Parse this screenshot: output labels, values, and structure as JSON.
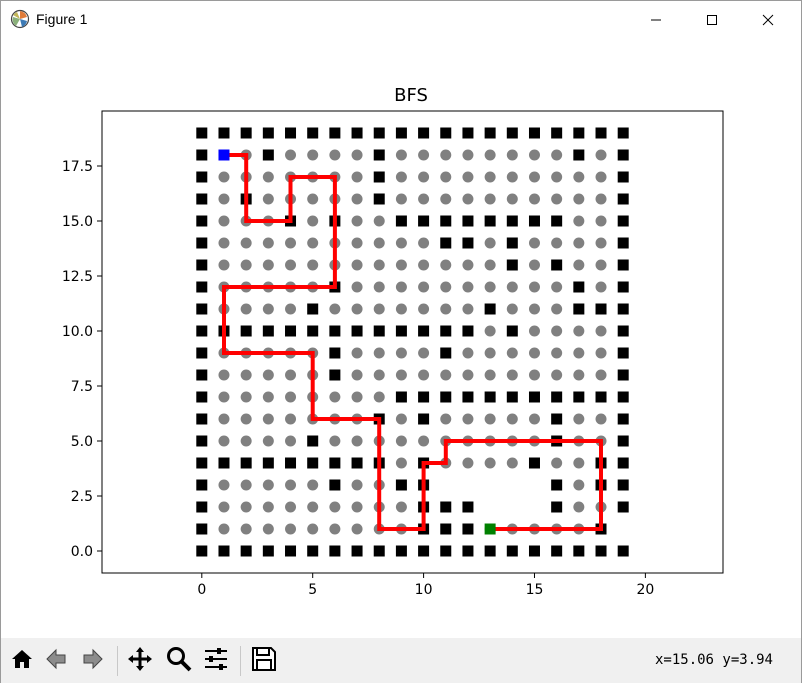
{
  "window": {
    "title": "Figure 1",
    "icons": {
      "app": "matplotlib-logo-icon",
      "minimize": "minimize-icon",
      "maximize": "maximize-icon",
      "close": "close-icon"
    }
  },
  "toolbar": {
    "buttons": [
      {
        "name": "home-button",
        "icon": "home-icon"
      },
      {
        "name": "back-button",
        "icon": "back-arrow-icon"
      },
      {
        "name": "forward-button",
        "icon": "forward-arrow-icon"
      },
      {
        "name": "pan-button",
        "icon": "move-icon"
      },
      {
        "name": "zoom-button",
        "icon": "zoom-icon"
      },
      {
        "name": "configure-subplots-button",
        "icon": "sliders-icon"
      },
      {
        "name": "save-button",
        "icon": "save-icon"
      }
    ],
    "coordinates": "x=15.06 y=3.94"
  },
  "colors": {
    "wall": "#000000",
    "visited": "#808080",
    "path": "#ff0000",
    "start": "#0000ff",
    "goal": "#008000"
  },
  "chart_data": {
    "type": "scatter",
    "title": "BFS",
    "xlabel": "",
    "ylabel": "",
    "xlim": [
      -4.5,
      23.5
    ],
    "ylim": [
      -1,
      20
    ],
    "xticks": [
      0,
      5,
      10,
      15,
      20
    ],
    "xtick_labels": [
      "0",
      "5",
      "10",
      "15",
      "20"
    ],
    "yticks": [
      0.0,
      2.5,
      5.0,
      7.5,
      10.0,
      12.5,
      15.0,
      17.5
    ],
    "ytick_labels": [
      "0.0",
      "2.5",
      "5.0",
      "7.5",
      "10.0",
      "12.5",
      "15.0",
      "17.5"
    ],
    "grid": false,
    "legend": "none",
    "grid_rows_top_to_bottom": [
      "WWWWWWWWWWWWWWWWWWWW",
      "W..W....W........W.W",
      "W.......W..........W",
      "W.W.....W..........W",
      "W...W.W..WWWWWWWW..W",
      "W..........WW.W....W",
      "W.............W.W..W",
      "W.....W..........W.W",
      "W....W.......W...WWW",
      "WWWWWWWWWWWWW.W....W",
      "W.....W....W.......W",
      "W.....W............W",
      "W........WWWWWWWWWWW",
      "W.......W.W.....W..W",
      "W....W..........W..W",
      "WWWWWWWWW.W....W..WW",
      "W.....W..WW_____W.WW",
      "W.........WWW___W..W",
      "W.........WWW.....W",
      "WWWWWWWWWWWWWWWWWWWW"
    ],
    "path": [
      [
        1,
        18
      ],
      [
        2,
        18
      ],
      [
        2,
        15
      ],
      [
        4,
        15
      ],
      [
        4,
        17
      ],
      [
        6,
        17
      ],
      [
        6,
        12
      ],
      [
        1,
        12
      ],
      [
        1,
        9
      ],
      [
        5,
        9
      ],
      [
        5,
        6
      ],
      [
        8,
        6
      ],
      [
        8,
        1
      ],
      [
        10,
        1
      ],
      [
        10,
        4
      ],
      [
        11,
        4
      ],
      [
        11,
        5
      ],
      [
        18,
        5
      ],
      [
        18,
        1
      ],
      [
        13,
        1
      ]
    ],
    "start": [
      1,
      18
    ],
    "goal": [
      13,
      1
    ]
  }
}
